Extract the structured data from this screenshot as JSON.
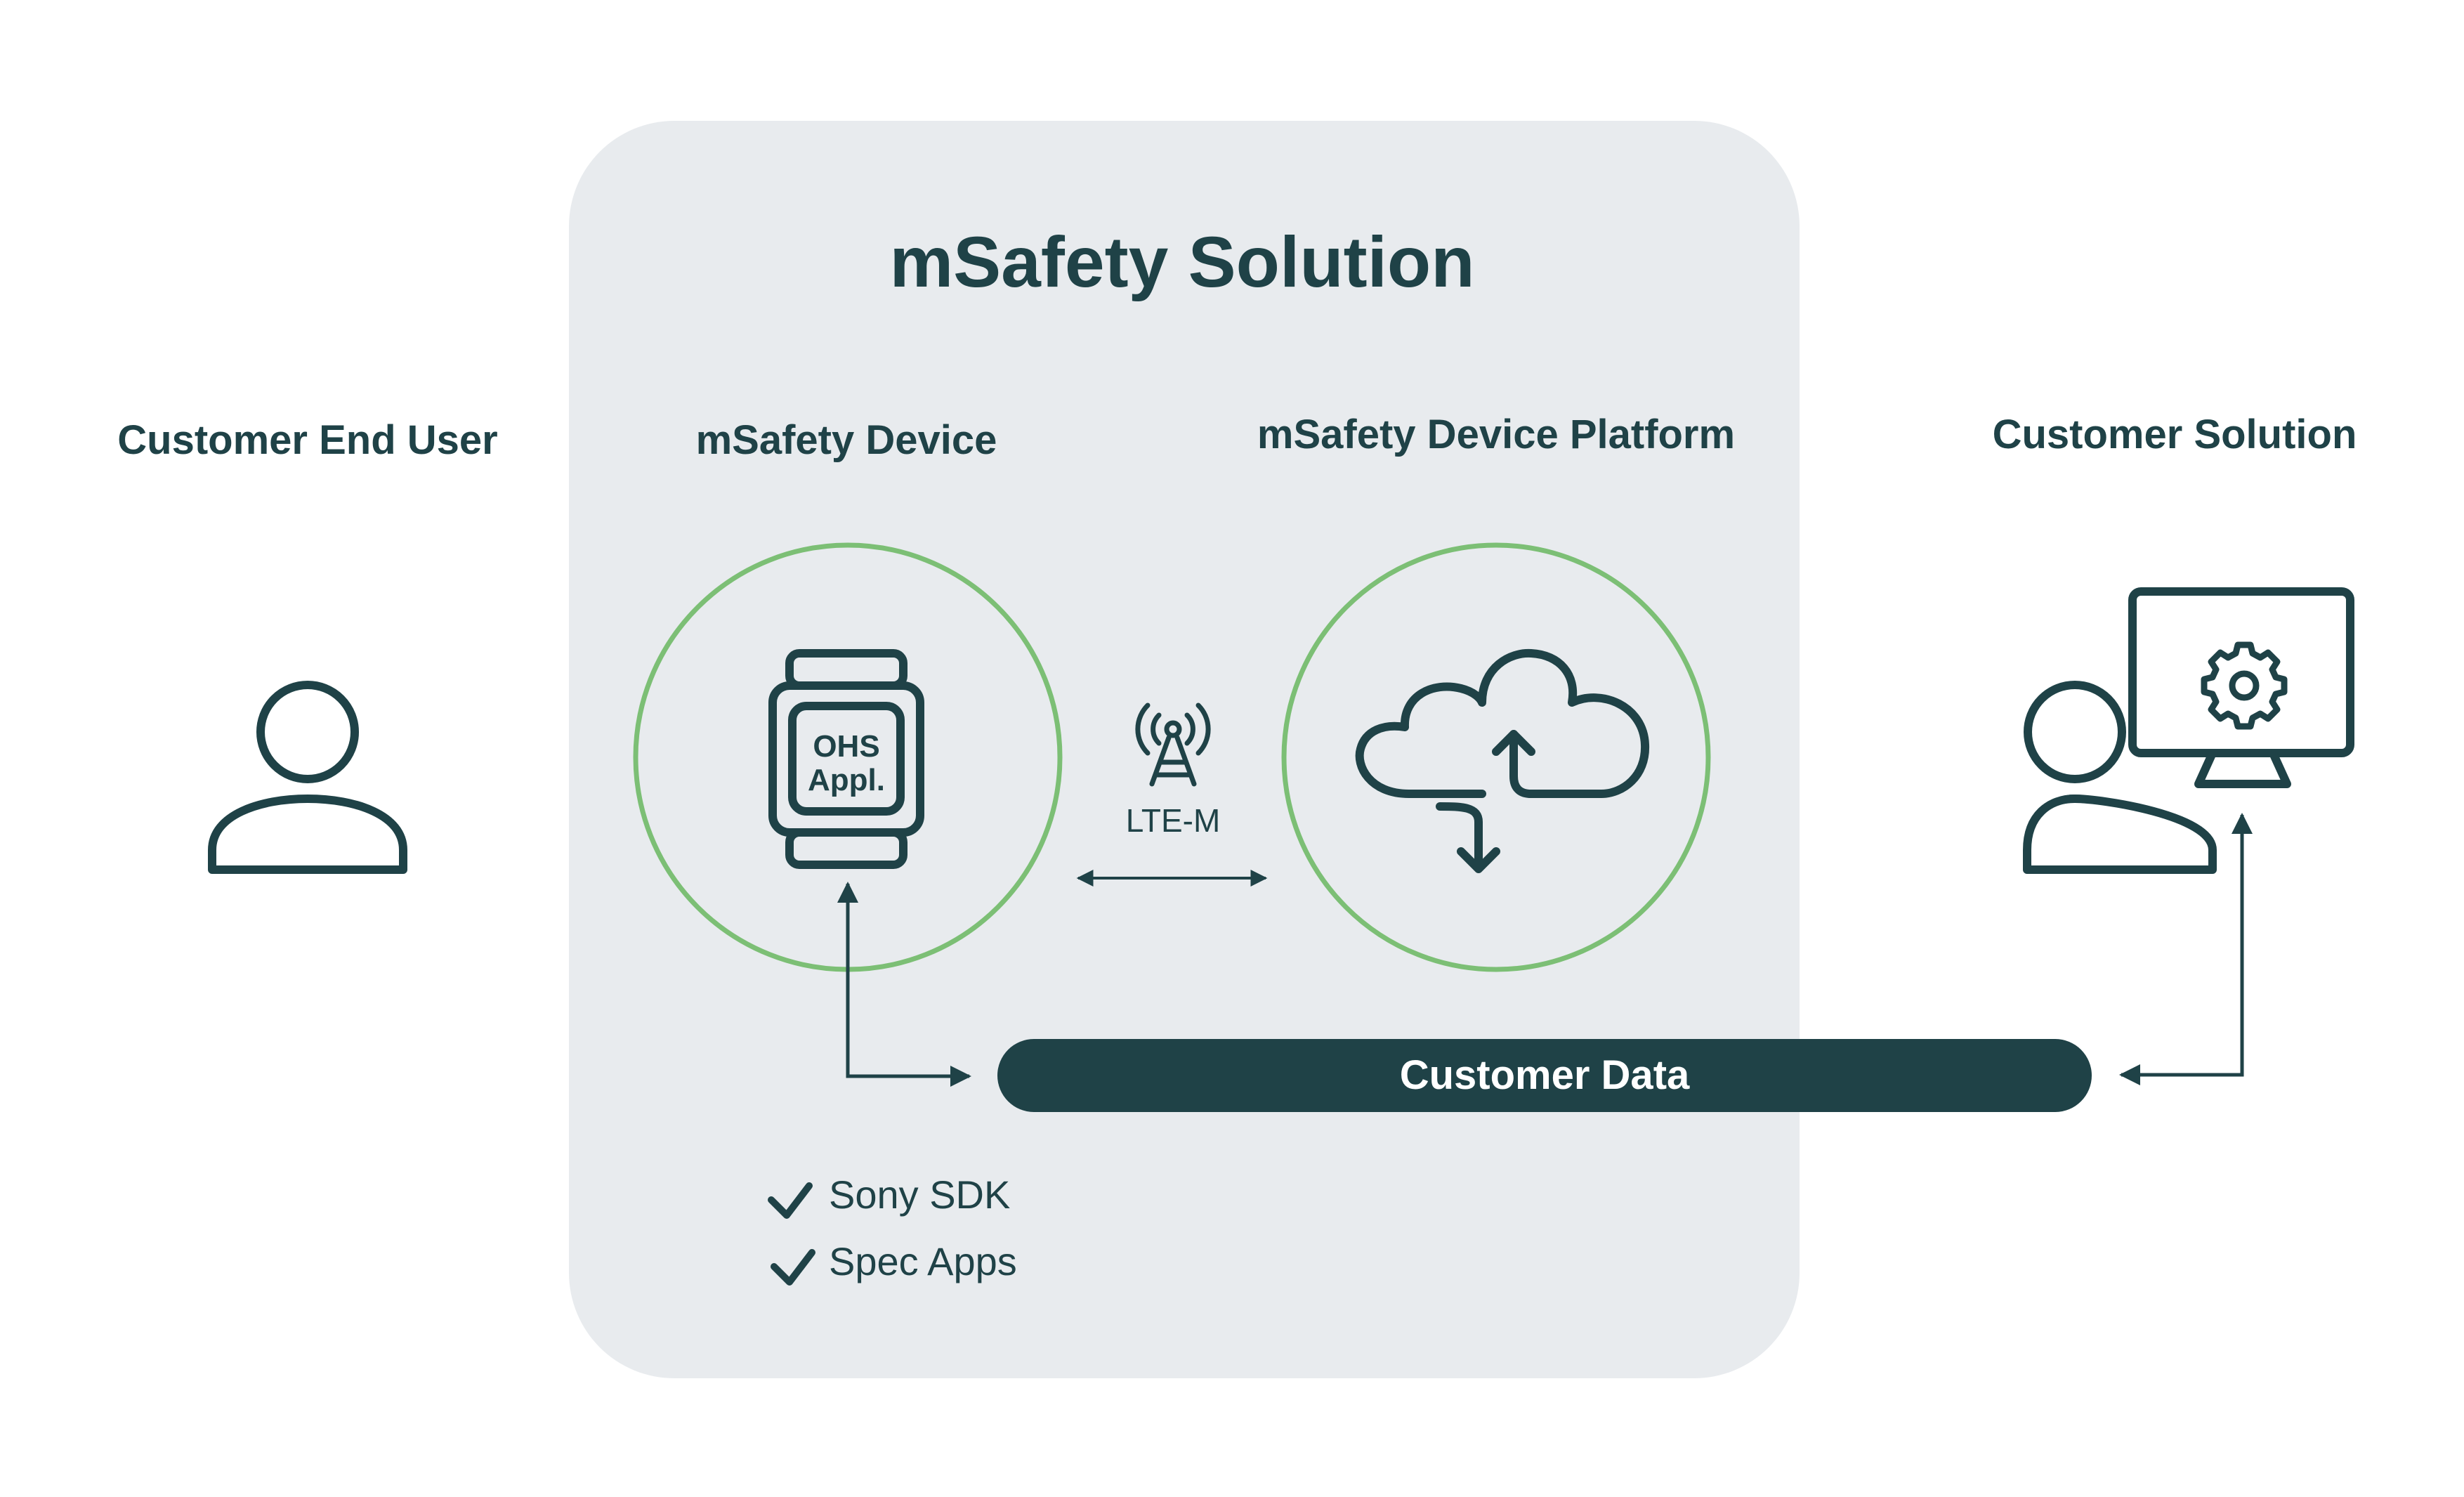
{
  "solution": {
    "title": "mSafety Solution"
  },
  "columns": {
    "end_user": "Customer End User",
    "device": "mSafety Device",
    "platform": "mSafety Device Platform",
    "customer_solution": "Customer Solution"
  },
  "device": {
    "screen_line1": "OHS",
    "screen_line2": "Appl."
  },
  "network": {
    "label": "LTE-M"
  },
  "data_bar": {
    "label": "Customer Data"
  },
  "features": [
    "Sony SDK",
    "Spec Apps"
  ],
  "colors": {
    "dark": "#1f4247",
    "panel": "#e8ebee",
    "green": "#7cbf75",
    "white": "#ffffff"
  }
}
